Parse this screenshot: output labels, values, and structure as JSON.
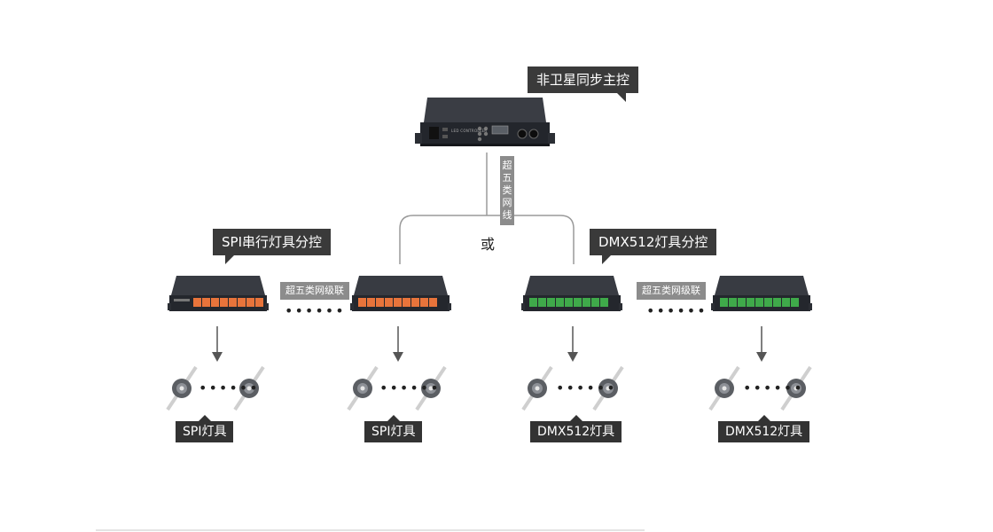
{
  "main_controller": {
    "callout": "非卫星同步主控",
    "panel_text": "LED CONTROLLER"
  },
  "cable_vertical": {
    "chars": [
      "超",
      "五",
      "类",
      "网",
      "线"
    ]
  },
  "or_label": "或",
  "spi_branch": {
    "callout": "SPI串行灯具分控",
    "cable_tag": "超五类网级联",
    "dots": "••••••"
  },
  "dmx_branch": {
    "callout": "DMX512灯具分控",
    "cable_tag": "超五类网级联",
    "dots": "••••••"
  },
  "fixtures": [
    {
      "label": "SPI灯具",
      "dots": "••••••"
    },
    {
      "label": "SPI灯具",
      "dots": "••••••"
    },
    {
      "label": "DMX512灯具",
      "dots": "••••••"
    },
    {
      "label": "DMX512灯具",
      "dots": "••••••"
    }
  ],
  "colors": {
    "callout_bg": "#3a3a3a",
    "tag_bg": "#8c8c8c",
    "spi_port": "#e8743b",
    "dmx_port": "#3faa4a",
    "device_body": "#2d3038"
  }
}
